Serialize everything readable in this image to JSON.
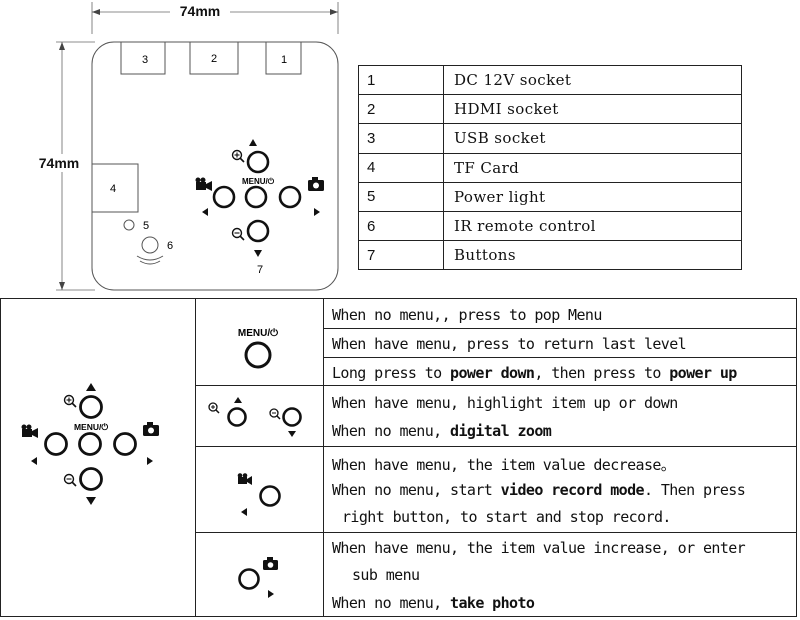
{
  "dimensions": {
    "width_label": "74mm",
    "height_label": "74mm"
  },
  "device": {
    "port_labels": [
      "3",
      "2",
      "1"
    ],
    "tf_label": "4",
    "power_light_label": "5",
    "ir_label": "6",
    "buttons_label": "7",
    "menu_label": "MENU/⏻"
  },
  "legend": [
    {
      "num": "1",
      "text": "DC 12V socket"
    },
    {
      "num": "2",
      "text": "HDMI socket"
    },
    {
      "num": "3",
      "text": "USB socket"
    },
    {
      "num": "4",
      "text": "TF Card"
    },
    {
      "num": "5",
      "text": "Power light"
    },
    {
      "num": "6",
      "text": "IR remote control"
    },
    {
      "num": "7",
      "text": "Buttons"
    }
  ],
  "panel": {
    "menu_label": "MENU/⏻",
    "menu": {
      "line1": "When no menu,, press to pop Menu",
      "line2": "When have menu, press to return last level",
      "line3_pre": "Long press to ",
      "line3_b1": "power down",
      "line3_mid": ", then press to ",
      "line3_b2": "power up"
    },
    "updown": {
      "line1": "When have menu, highlight item up or down",
      "line2_pre": "When no menu, ",
      "line2_b": "digital zoom"
    },
    "left": {
      "line1": "When have menu, the item value decrease。",
      "line2_pre": "When no menu, start ",
      "line2_b": "video record mode",
      "line2_post": ". Then press",
      "line3": "right button, to start and stop record."
    },
    "right": {
      "line1": "When have menu, the item value increase, or enter",
      "line2": "sub menu",
      "line3_pre": "When no menu, ",
      "line3_b": "take photo"
    }
  }
}
